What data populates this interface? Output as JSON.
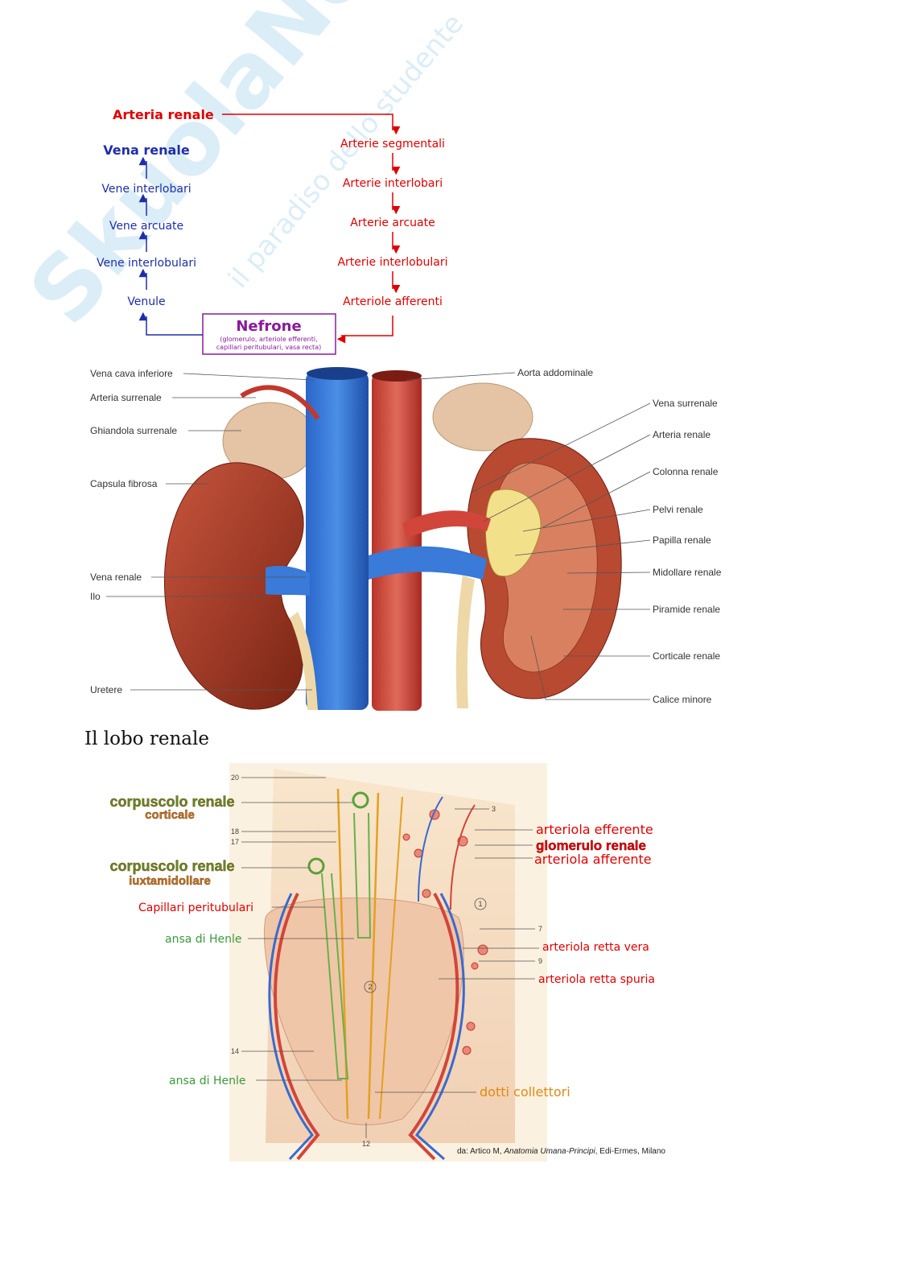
{
  "watermark": {
    "brand": "SkuolaNet",
    "tagline": "il paradiso dello studente"
  },
  "flowchart": {
    "arteria_renale": "Arteria renale",
    "vena_renale": "Vena renale",
    "arterial_steps": [
      "Arterie segmentali",
      "Arterie interlobari",
      "Arterie arcuate",
      "Arterie interlobulari",
      "Arteriole afferenti"
    ],
    "venous_steps": [
      "Vene interlobari",
      "Vene arcuate",
      "Vene interlobulari",
      "Venule"
    ],
    "nefrone_title": "Nefrone",
    "nefrone_note_1": "(glomerulo, arteriole efferenti,",
    "nefrone_note_2": "capillari peritubulari, vasa recta)",
    "colors": {
      "arterial": "#e00000",
      "venous": "#1f2ea8",
      "nefrone": "#8a1a9a"
    }
  },
  "kidney_figure": {
    "left_labels": [
      "Vena cava inferiore",
      "Arteria surrenale",
      "Ghiandola surrenale",
      "Capsula fibrosa",
      "Vena renale",
      "Ilo",
      "Uretere"
    ],
    "right_labels": [
      "Aorta addominale",
      "Vena surrenale",
      "Arteria renale",
      "Colonna renale",
      "Pelvi renale",
      "Papilla renale",
      "Midollare renale",
      "Piramide renale",
      "Corticale renale",
      "Calice minore"
    ]
  },
  "section_heading": "Il lobo renale",
  "lobe_figure": {
    "corpuscolo_corticale": [
      "corpuscolo renale",
      "corticale"
    ],
    "corpuscolo_iuxta": [
      "corpuscolo renale",
      "iuxtamidollare"
    ],
    "capillari": "Capillari peritubulari",
    "ansa_1": "ansa di Henle",
    "ansa_2": "ansa di Henle",
    "arteriola_efferente": "arteriola efferente",
    "glomerulo": "glomerulo renale",
    "arteriola_afferente": "arteriola afferente",
    "retta_vera": "arteriola retta vera",
    "retta_spuria": "arteriola retta spuria",
    "dotti": "dotti collettori",
    "numbers": {
      "n20": "20",
      "n18": "18",
      "n17": "17",
      "n3": "3",
      "n7": "7",
      "n9": "9",
      "n14": "14",
      "n12": "12",
      "c1": "1",
      "c2": "2"
    },
    "credit_prefix": "da: Artico M, ",
    "credit_title": "Anatomia Umana-Principi",
    "credit_suffix": ", Edi-Ermes, Milano"
  }
}
